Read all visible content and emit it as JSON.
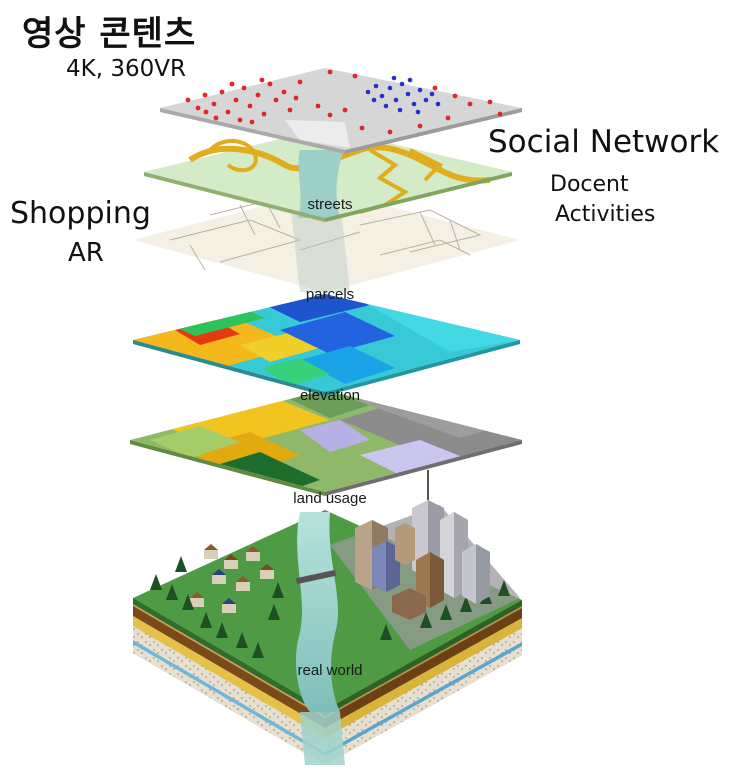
{
  "labels": {
    "title": "영상 콘텐츠",
    "subtitle": "4K, 360VR",
    "social": "Social Network",
    "docent": "Docent",
    "activities": "Activities",
    "shopping": "Shopping",
    "ar": "AR"
  },
  "layers": {
    "streets": "streets",
    "parcels": "parcels",
    "elevation": "elevation",
    "land_usage": "land usage",
    "real_world": "real world"
  },
  "colors": {
    "content_layer": "#d6d6d6",
    "red_dots": "#e32626",
    "blue_dots": "#2430d0",
    "streets_bg": "#cfe9c3",
    "road": "#e6b01e",
    "parcels_bg": "#f3efe2",
    "river": "#8cc8c4",
    "grass": "#3f8f3a"
  }
}
